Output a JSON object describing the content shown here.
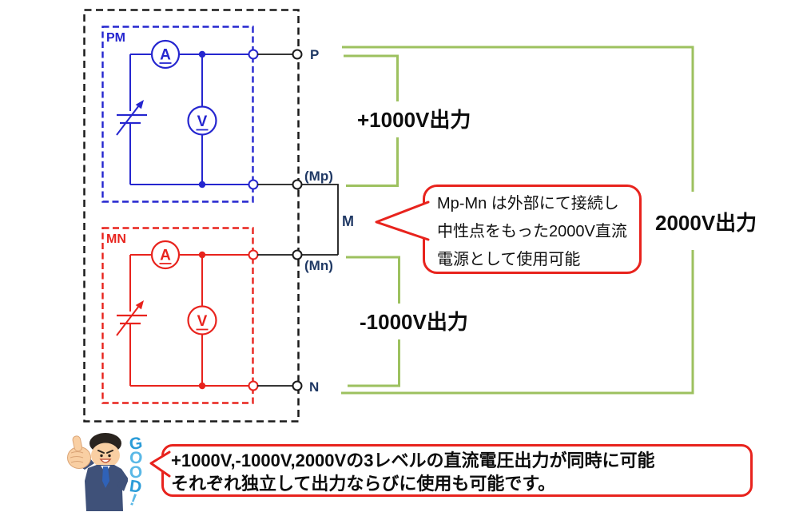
{
  "colors": {
    "circuit_blue": "#2526cf",
    "circuit_red": "#e8231d",
    "bracket_green": "#9dc15f",
    "wire_black": "#1a1a1a",
    "terminal_label_navy": "#1f3864",
    "callout_border_red": "#e8231d",
    "good_blue_dark": "#2b9cd8",
    "good_blue_light": "#5ab8e6"
  },
  "pm_unit": {
    "label": "PM",
    "ammeter": "A",
    "voltmeter": "V"
  },
  "mn_unit": {
    "label": "MN",
    "ammeter": "A",
    "voltmeter": "V"
  },
  "terminals": {
    "p": "P",
    "mp": "(Mp)",
    "m": "M",
    "mn": "(Mn)",
    "n": "N"
  },
  "outputs": {
    "plus_1000": "+1000V出力",
    "minus_1000": "-1000V出力",
    "total_2000": "2000V出力"
  },
  "callout": {
    "lines": [
      "Mp-Mn は外部にて接続し",
      "中性点をもった2000V直流",
      "電源として使用可能"
    ]
  },
  "banner": {
    "lines": [
      "+1000V,-1000V,2000Vの3レベルの直流電圧出力が同時に可能",
      "それぞれ独立して出力ならびに使用も可能です。"
    ]
  },
  "good_badge": {
    "letters": [
      "G",
      "O",
      "O",
      "D",
      "!"
    ]
  }
}
